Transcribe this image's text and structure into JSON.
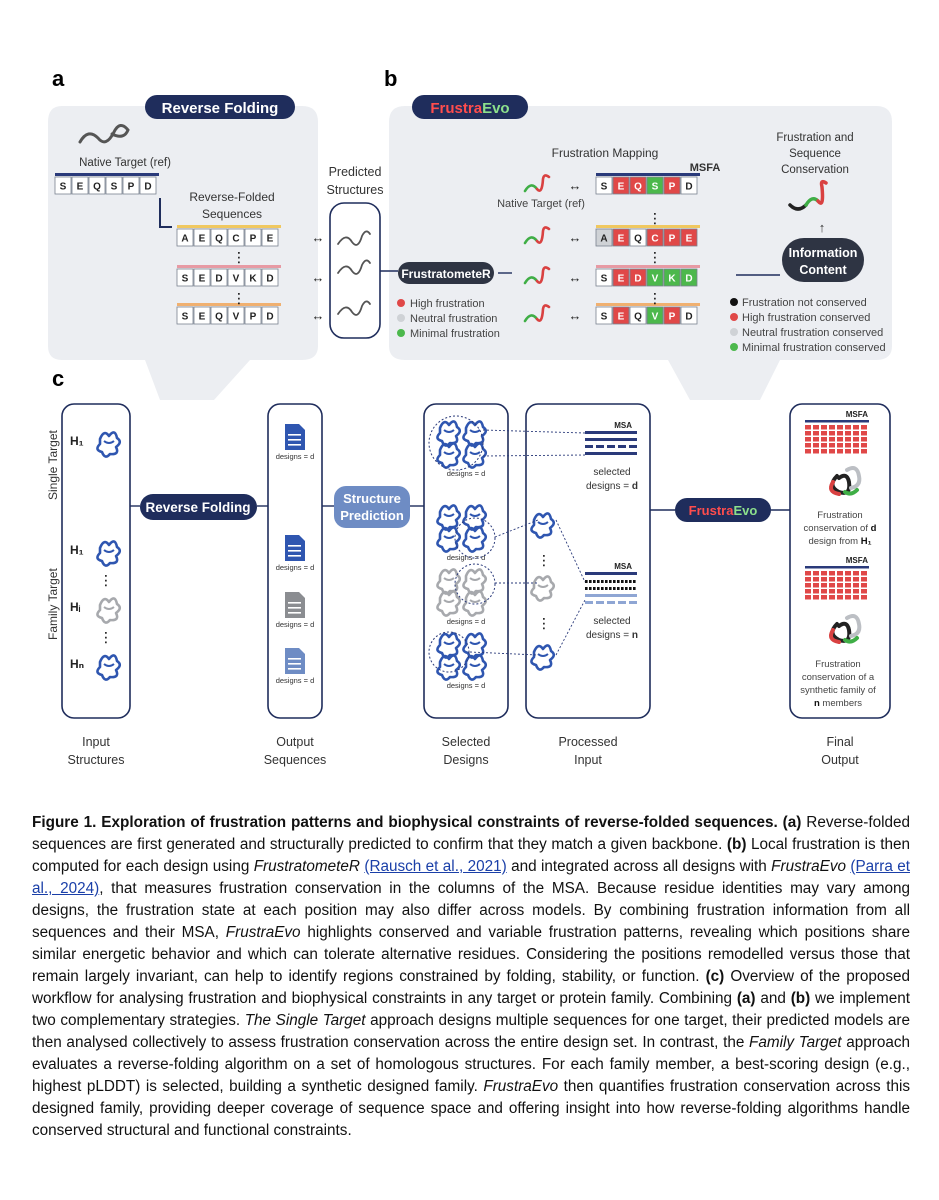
{
  "panel_letters": {
    "a": "a",
    "b": "b",
    "c": "c"
  },
  "panel_a": {
    "title": "Reverse Folding",
    "native_label": "Native Target (ref)",
    "native_seq": [
      "S",
      "E",
      "Q",
      "S",
      "P",
      "D"
    ],
    "rf_label_1": "Reverse-Folded",
    "rf_label_2": "Sequences",
    "seqs": [
      [
        "A",
        "E",
        "Q",
        "C",
        "P",
        "E"
      ],
      [
        "S",
        "E",
        "D",
        "V",
        "K",
        "D"
      ],
      [
        "S",
        "E",
        "Q",
        "V",
        "P",
        "D"
      ]
    ],
    "arrow": "↔",
    "vdots": "⋮"
  },
  "predicted_label_1": "Predicted",
  "predicted_label_2": "Structures",
  "panel_b": {
    "logo_part1": "Frustra",
    "logo_part2": "Evo",
    "mapping_label": "Frustration Mapping",
    "msfa_label": "MSFA",
    "native_label": "Native Target (ref)",
    "fr_button": "FrustratometeR",
    "legend_left": [
      "High frustration",
      "Neutral frustration",
      "Minimal frustration"
    ],
    "legend_left_colors": [
      "#e04848",
      "#cfd2d6",
      "#4cb84c"
    ],
    "conservation_label": [
      "Frustration and",
      "Sequence",
      "Conservation"
    ],
    "info_content": [
      "Information",
      "Content"
    ],
    "legend_right": [
      "Frustration not conserved",
      "High frustration conserved",
      "Neutral frustration conserved",
      "Minimal frustration conserved"
    ],
    "legend_right_colors": [
      "#111111",
      "#e04848",
      "#cfd2d6",
      "#4cb84c"
    ],
    "rows": [
      [
        "S",
        "E",
        "Q",
        "S",
        "P",
        "D"
      ],
      [
        "A",
        "E",
        "Q",
        "C",
        "P",
        "E"
      ],
      [
        "S",
        "E",
        "D",
        "V",
        "K",
        "D"
      ],
      [
        "S",
        "E",
        "Q",
        "V",
        "P",
        "D"
      ]
    ]
  },
  "panel_c": {
    "side_single": "Single Target",
    "side_family": "Family Target",
    "h_labels": [
      "H₁",
      "H₁",
      "Hᵢ",
      "Hₙ"
    ],
    "reverse_folding": "Reverse Folding",
    "structure_prediction_1": "Structure",
    "structure_prediction_2": "Prediction",
    "designs_d": "designs = d",
    "msa": "MSA",
    "selected": "selected",
    "designs_eq": "designs = ",
    "d": "d",
    "n": "n",
    "frustra": "Frustra",
    "evo": "Evo",
    "msfa": "MSFA",
    "fc_top": [
      "Frustration",
      "conservation of",
      "d",
      "design from",
      "H₁"
    ],
    "fc_bottom": [
      "Frustration",
      "conservation of a",
      "synthetic family of",
      "n",
      "members"
    ],
    "col_labels": [
      [
        "Input",
        "Structures"
      ],
      [
        "Output",
        "Sequences"
      ],
      [
        "Selected",
        "Designs"
      ],
      [
        "Processed",
        "Input"
      ],
      [
        "Final",
        "Output"
      ]
    ]
  },
  "caption": {
    "title": "Figure 1. Exploration of frustration patterns and biophysical constraints of reverse-folded sequences.",
    "a": "(a)",
    "t1": " Reverse-folded sequences are first generated and structurally predicted to confirm that they match a given backbone. ",
    "b": "(b)",
    "t2": " Local frustration is then computed for each design using ",
    "frustratometer": "FrustratometeR",
    "ref1": "(Rausch et al., 2021)",
    "t3": " and integrated across all designs with ",
    "frustraevo": "FrustraEvo",
    "ref2": "(Parra et al., 2024)",
    "t4": ", that measures frustration conservation in the columns of the MSA. Because residue identities may vary among designs, the frustration state at each position may also differ across models. By combining frustration information from all sequences and their MSA, ",
    "frustraevo2": "FrustraEvo",
    "t5": " highlights conserved and variable frustration patterns, revealing which positions share similar energetic behavior and which can tolerate alternative residues. Considering the positions remodelled versus those that remain largely invariant, can help to identify regions constrained by folding, stability, or function. ",
    "c": "(c)",
    "t6": " Overview of the proposed workflow for analysing frustration and biophysical constraints in any target or protein family. Combining ",
    "a2": "(a)",
    "t7": " and ",
    "b2": "(b)",
    "t8": " we implement two complementary strategies. ",
    "single": "The Single Target",
    "t9": " approach designs multiple sequences for one target, their predicted models are then analysed collectively to assess frustration conservation across the entire design set. In contrast, the ",
    "family": "Family Target",
    "t10": " approach evaluates a reverse-folding algorithm on a set of homologous structures. For each family member, a best-scoring design (e.g., highest pLDDT) is selected, building a synthetic designed family. ",
    "frustraevo3": "FrustraEvo",
    "t11": " then quantifies frustration conservation across this designed family, providing deeper coverage of sequence space and offering insight into how reverse-folding algorithms handle conserved structural and functional constraints."
  }
}
